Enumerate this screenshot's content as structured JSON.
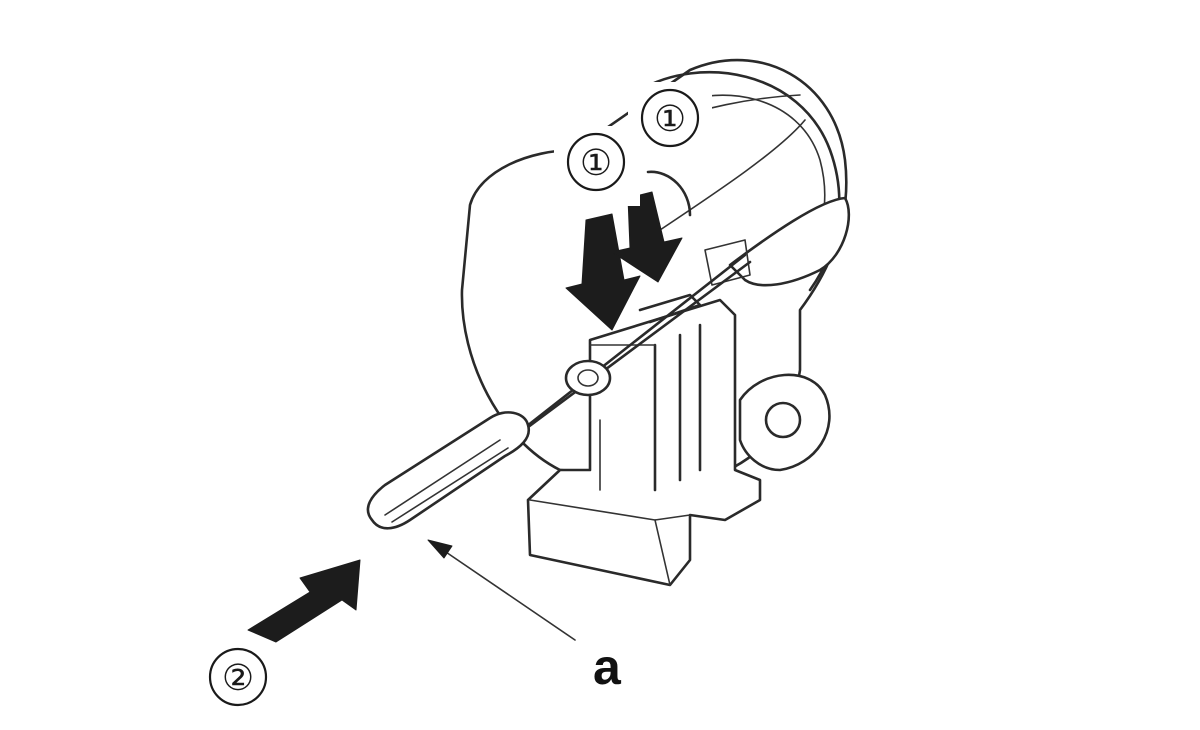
{
  "labels": {
    "step_1_upper": "①",
    "step_1_lower": "①",
    "step_2": "②",
    "part_a": "a"
  },
  "colors": {
    "line": "#2a2a2a",
    "arrow": "#1c1c1c",
    "background": "#ffffff"
  }
}
